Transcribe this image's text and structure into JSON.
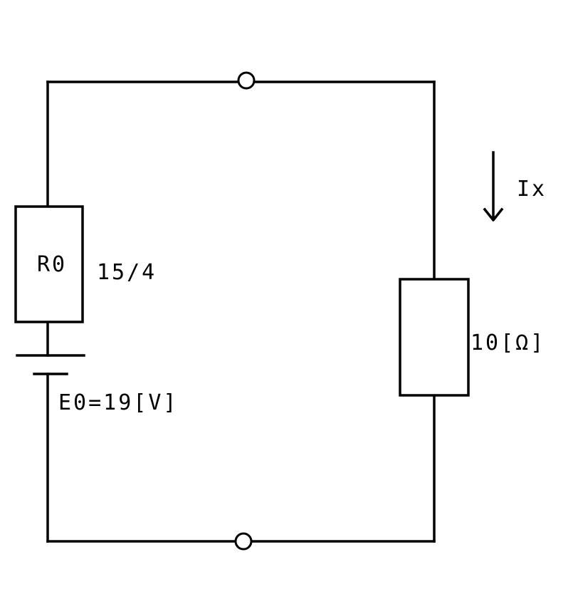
{
  "labels": {
    "r0_name": "R0",
    "r0_value": "15/4",
    "e0": "E0=19[V]",
    "current": "Ix",
    "load_value": "10[Ω]"
  }
}
